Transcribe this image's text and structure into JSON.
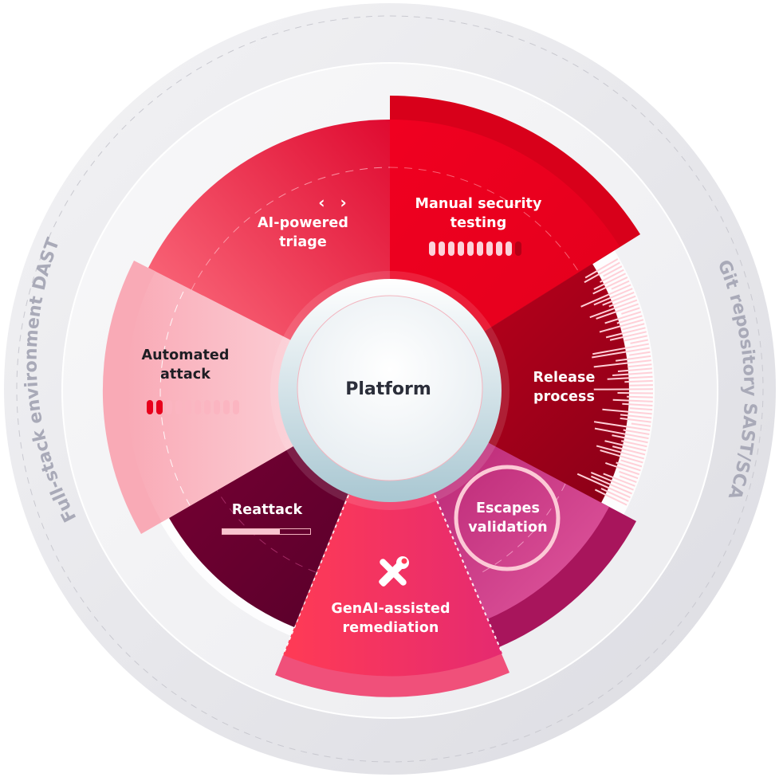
{
  "diagram": {
    "center": {
      "label": "Platform"
    },
    "outer_ring_labels": {
      "left": "Full-stack environment DAST",
      "right": "Git repository  SAST/SCA"
    },
    "segments": [
      {
        "id": "ai-powered-triage",
        "label_line1": "AI-powered",
        "label_line2": "triage",
        "icon": "code-brackets-icon",
        "icon_glyph": "‹ ›",
        "color": "#f0344e"
      },
      {
        "id": "manual-security-testing",
        "label_line1": "Manual security",
        "label_line2": "testing",
        "progress_pills": {
          "total": 10,
          "filled": 9
        },
        "color": "#e8001c"
      },
      {
        "id": "release-process",
        "label_line1": "Release",
        "label_line2": "process",
        "decoration": "waveform-bars",
        "color": "#b0001a"
      },
      {
        "id": "escapes-validation",
        "label_line1": "Escapes",
        "label_line2": "validation",
        "decoration": "ring-highlight",
        "color": "#d63384"
      },
      {
        "id": "genai-assisted-remediation",
        "label_line1": "GenAI-assisted",
        "label_line2": "remediation",
        "icon": "tools-icon",
        "color": "#ff3360"
      },
      {
        "id": "reattack",
        "label_line1": "Reattack",
        "progress_bar": {
          "percent": 65
        },
        "color": "#6b0030"
      },
      {
        "id": "automated-attack",
        "label_line1": "Automated",
        "label_line2": "attack",
        "progress_pills": {
          "total": 10,
          "filled": 2
        },
        "color": "#fdd5dc"
      }
    ],
    "colors": {
      "ring_gray": "#e6e6ea",
      "ring_text": "#a9aab8",
      "pill_on_light": "#e8001c",
      "pill_off_light": "#fbb5c1",
      "pill_on_dark": "#fcd3da",
      "pill_off_dark": "#b40016"
    }
  }
}
